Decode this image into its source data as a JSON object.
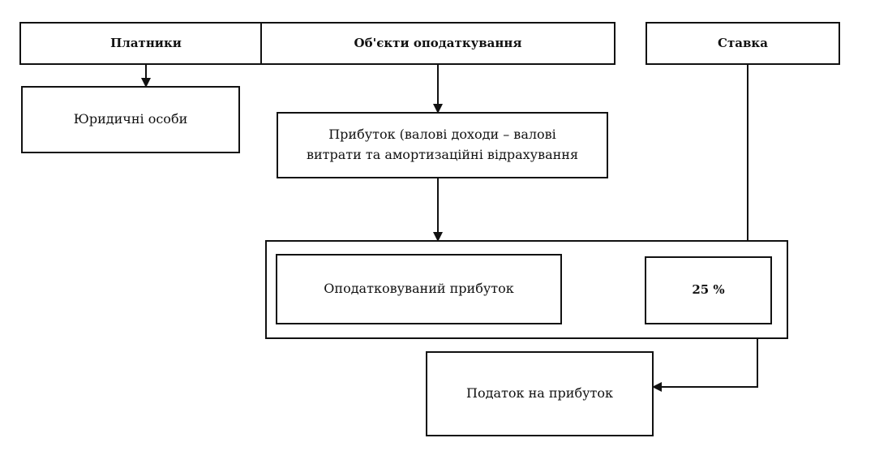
{
  "headers": {
    "payers": "Платники",
    "objects": "Об'єкти оподаткування",
    "rate": "Ставка"
  },
  "nodes": {
    "legal_entities": "Юридичні особи",
    "profit_line1": "Прибуток (валові доходи – валові",
    "profit_line2": "витрати та амортизаційні відрахування",
    "taxable_profit": "Оподатковуваний прибуток",
    "rate_value": "25 %",
    "profit_tax": "Податок на прибуток"
  }
}
